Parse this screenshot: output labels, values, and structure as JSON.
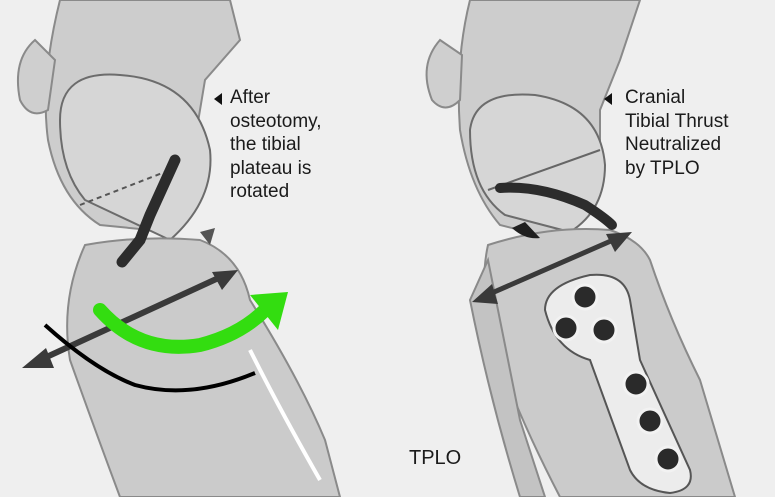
{
  "figure": {
    "left_annotation": "After\n osteotomy,\nthe tibial\nplateau is\nrotated",
    "right_annotation": "Cranial\nTibial Thrust\nNeutralized\nby TPLO",
    "caption": "TPLO"
  },
  "colors": {
    "background": "#f1f1f1",
    "bone_fill": "#c9c9c9",
    "bone_outline": "#8a8a8a",
    "arrow_dark": "#3a3a3a",
    "rotation_arrow": "#33dd10",
    "black_stroke": "#000000",
    "plate_fill": "#ececec",
    "screw_fill": "#2a2a2a"
  }
}
